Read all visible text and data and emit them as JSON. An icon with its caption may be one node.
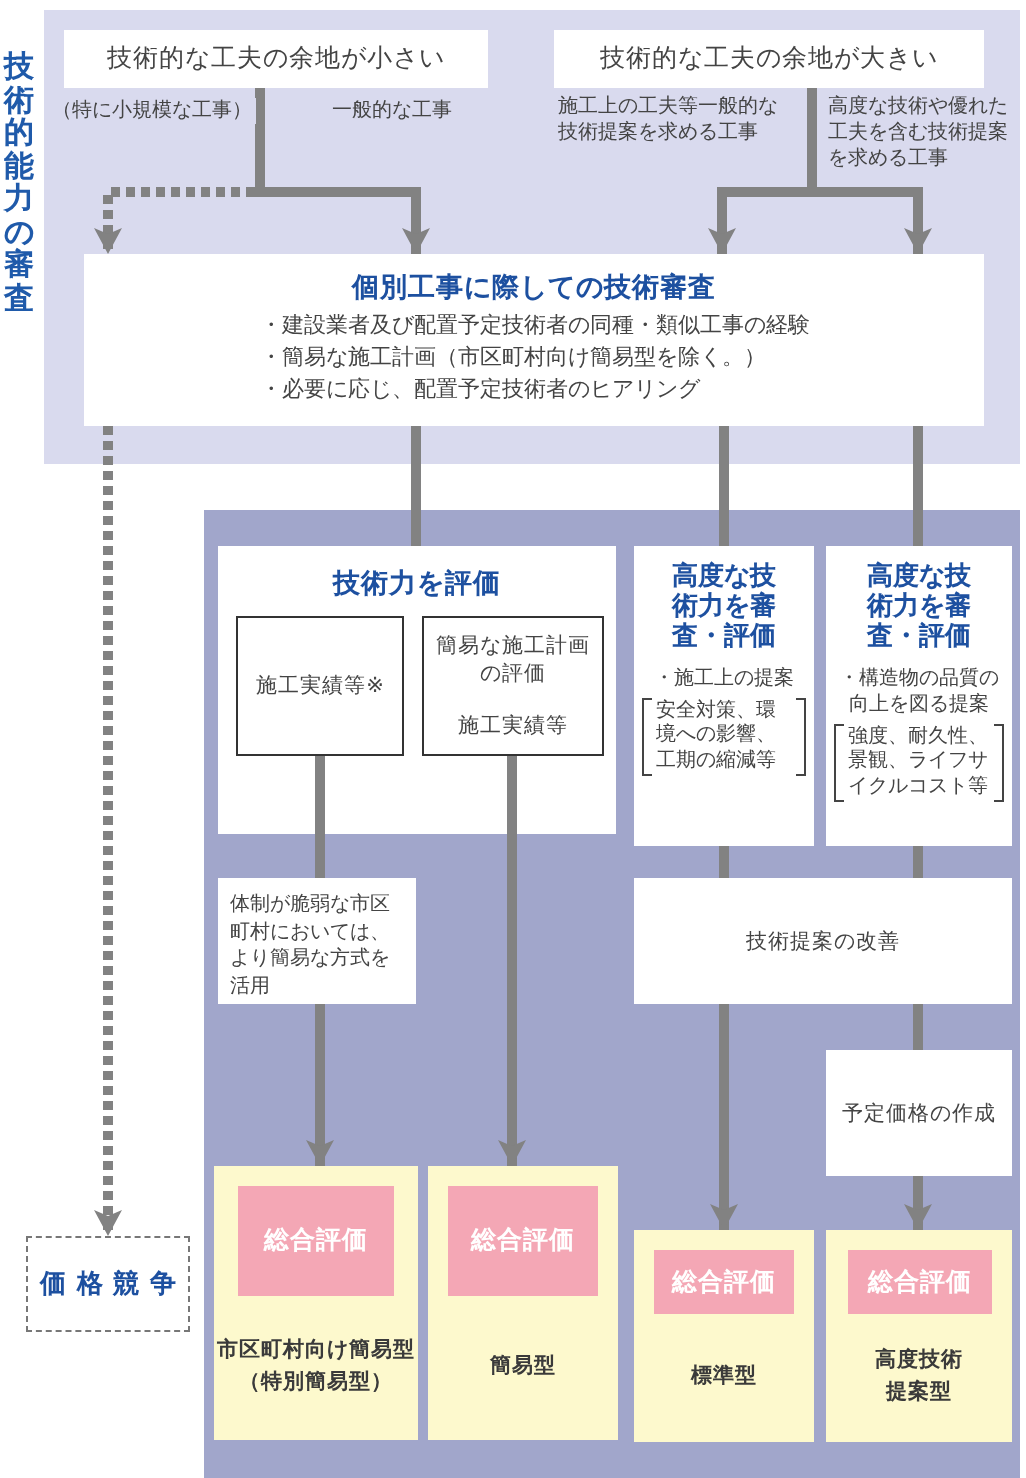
{
  "diagram": {
    "nodes": [
      {
        "text": [
          "技術的能力の審査"
        ]
      },
      {
        "text": [
          "技術的な工夫の余地が小さい"
        ],
        "in": 0
      },
      {
        "text": [
          "技術的な工夫の余地が大きい"
        ],
        "in": 0
      },
      {
        "text": [
          "個別工事に際しての技術審査",
          "・建設業者及び配置予定技術者の同種・類似工事の経験",
          "・簡易な施工計画（市区町村向け簡易型を除く。）",
          "・必要に応じ、配置予定技術者のヒアリング"
        ],
        "in": 0
      },
      {
        "text": [],
        "shape": "box"
      },
      {
        "text": [
          "技術力を評価"
        ],
        "in": 4
      },
      {
        "text": [
          "施工実績等※"
        ],
        "in": 5
      },
      {
        "text": [
          "簡易な施工計画の評価",
          "施工実績等"
        ],
        "in": 5
      },
      {
        "text": [
          "高度な技術力を審査・評価",
          "・施工上の提案",
          "安全対策、環境への影響、工期の縮減等"
        ],
        "in": 4
      },
      {
        "text": [
          "高度な技術力を審査・評価",
          "・構造物の品質の向上を図る提案",
          "強度、耐久性、景観、ライフサイクルコスト等"
        ],
        "in": 4
      },
      {
        "text": [
          "体制が脆弱な市区町村においては、より簡易な方式を活用"
        ],
        "in": 4
      },
      {
        "text": [
          "技術提案の改善"
        ],
        "in": 4
      },
      {
        "text": [
          "予定価格の作成"
        ],
        "in": 4
      },
      {
        "text": [
          "市区町村向け簡易型（特別簡易型）"
        ],
        "in": 4
      },
      {
        "text": [
          "総合評価"
        ],
        "in": 13
      },
      {
        "text": [
          "簡易型"
        ],
        "in": 4
      },
      {
        "text": [
          "総合評価"
        ],
        "in": 15
      },
      {
        "text": [
          "標準型"
        ],
        "in": 4
      },
      {
        "text": [
          "総合評価"
        ],
        "in": 17
      },
      {
        "text": [
          "高度技術提案型"
        ],
        "in": 4
      },
      {
        "text": [
          "総合評価"
        ],
        "in": 19
      },
      {
        "text": [
          "価格競争"
        ]
      }
    ],
    "edges": [
      {
        "from": 1,
        "to": 3,
        "arrow": "to",
        "style": "dashed",
        "label": "（特に小規模な工事）"
      },
      {
        "from": 1,
        "to": 3,
        "arrow": "to",
        "label": "一般的な工事"
      },
      {
        "from": 2,
        "to": 3,
        "arrow": "to",
        "label": "施工上の工夫等一般的な技術提案を求める工事"
      },
      {
        "from": 2,
        "to": 3,
        "arrow": "to",
        "label": "高度な技術や優れた工夫を含む技術提案を求める工事"
      },
      {
        "from": 3,
        "to": 21,
        "arrow": "to",
        "style": "dashed"
      },
      {
        "from": 3,
        "to": 5,
        "arrow": "none"
      },
      {
        "from": 3,
        "to": 8,
        "arrow": "none"
      },
      {
        "from": 3,
        "to": 9,
        "arrow": "none"
      },
      {
        "from": 6,
        "to": 10,
        "arrow": "none"
      },
      {
        "from": 10,
        "to": 13,
        "arrow": "to"
      },
      {
        "from": 7,
        "to": 15,
        "arrow": "to"
      },
      {
        "from": 8,
        "to": 11,
        "arrow": "none"
      },
      {
        "from": 11,
        "to": 17,
        "arrow": "to"
      },
      {
        "from": 9,
        "to": 11,
        "arrow": "none"
      },
      {
        "from": 11,
        "to": 12,
        "arrow": "none"
      },
      {
        "from": 12,
        "to": 19,
        "arrow": "to"
      }
    ]
  }
}
